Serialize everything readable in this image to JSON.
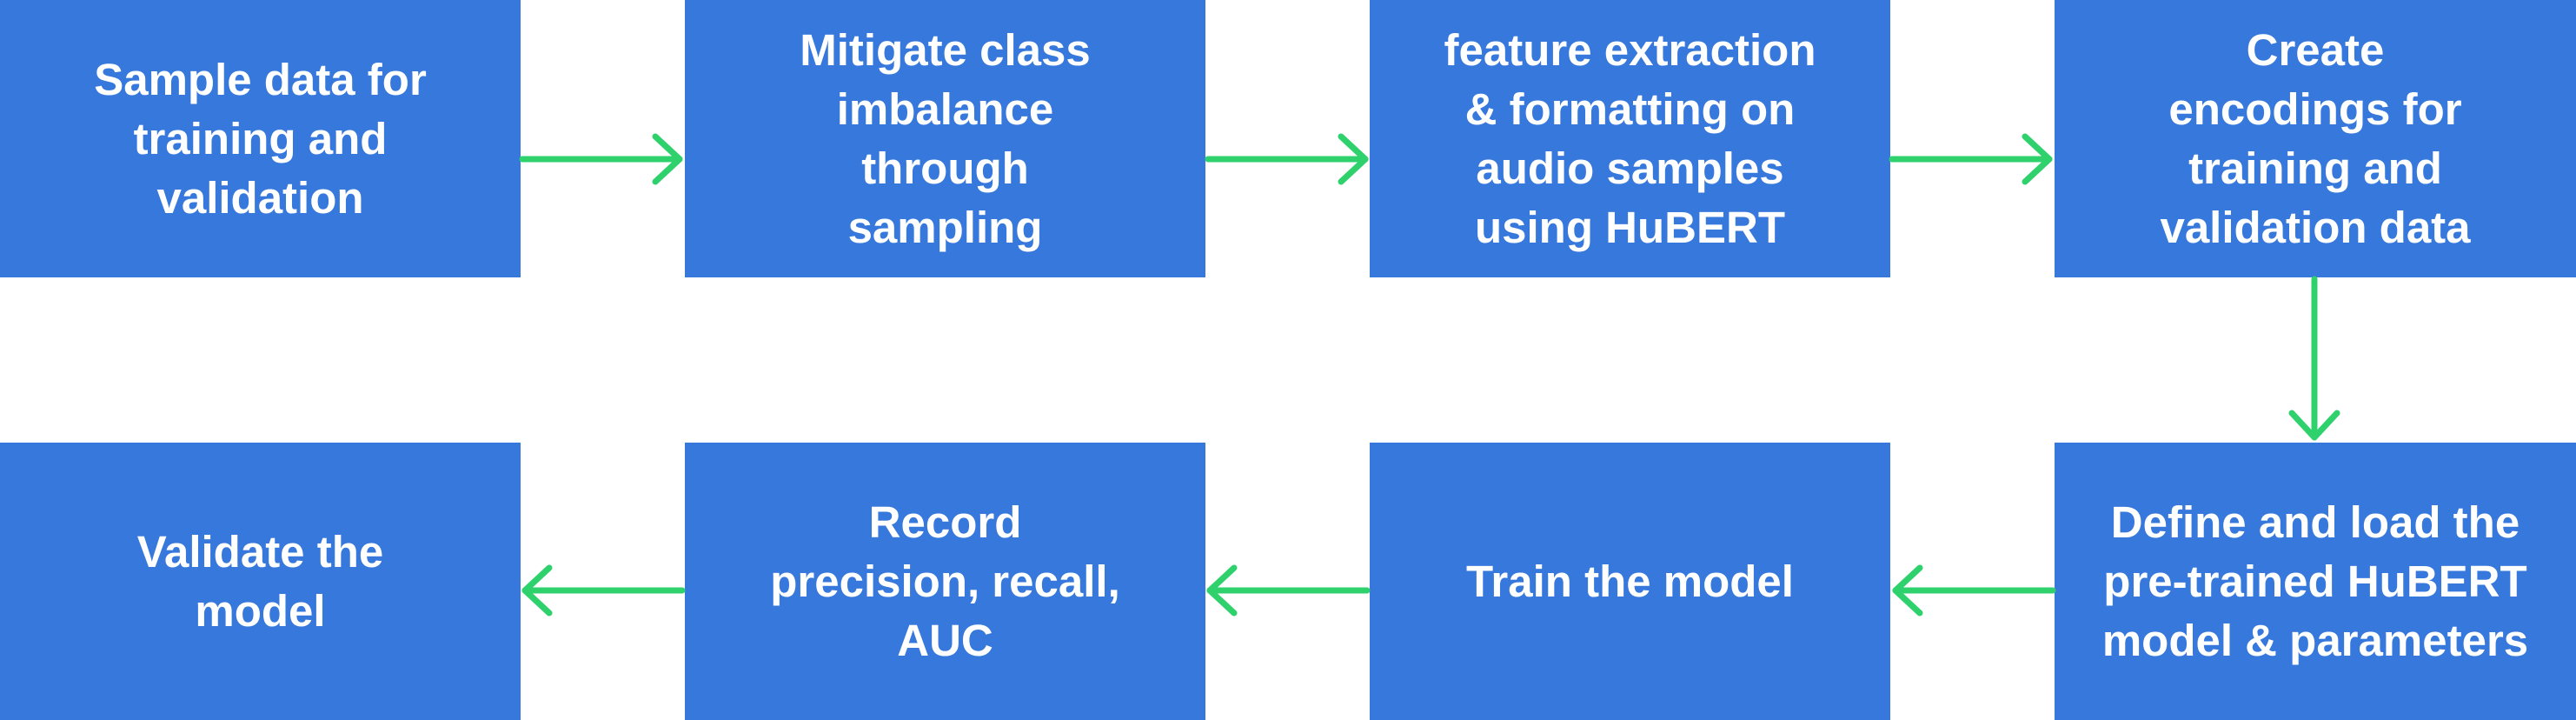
{
  "flow": {
    "steps": [
      "Sample data for\ntraining and\nvalidation",
      "Mitigate class\nimbalance\nthrough\nsampling",
      "feature extraction\n& formatting on\naudio samples\nusing HuBERT",
      "Create\nencodings for\ntraining and\nvalidation data",
      "Define and load the\npre-trained HuBERT\nmodel & parameters",
      "Train the model",
      "Record\nprecision, recall,\nAUC",
      "Validate the\nmodel"
    ]
  },
  "colors": {
    "box_fill": "#3678dc",
    "box_text": "#ffffff",
    "arrow": "#2fd16d",
    "background": "#ffffff"
  }
}
